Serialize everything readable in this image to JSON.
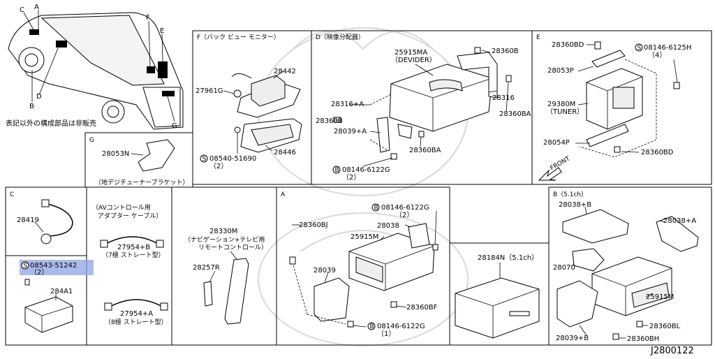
{
  "diagram_id": "J2800122",
  "note_not_sold": "表記以外の構成部品は非販売",
  "vehicle": {
    "labels": {
      "A": "A",
      "B": "B",
      "C": "C",
      "D": "D",
      "E": "E",
      "F": "F",
      "G": "G"
    }
  },
  "sections": {
    "F": {
      "title": "F（バック ビュー モニター）",
      "parts": {
        "p1": "28442",
        "p2": "27961G",
        "p3": "28446",
        "bolt": "08540-51690",
        "bolt_qty": "（2）"
      }
    },
    "D": {
      "title": "D（映像分配器）",
      "parts": {
        "main": "25915MA",
        "main_sub": "（DEVIDER）",
        "p1": "28360B",
        "p2": "28316+A",
        "p3": "28316",
        "p4": "28360B",
        "p5": "28360BA",
        "p6": "28039+A",
        "p7": "28360BA",
        "bolt": "08146-6122G",
        "bolt_qty": "（2）"
      }
    },
    "E": {
      "title": "E",
      "parts": {
        "p1": "28360BD",
        "bolt": "08146-6125H",
        "bolt_qty": "（4）",
        "p2": "28053P",
        "tuner": "29380M",
        "tuner_sub": "（TUNER）",
        "p3": "28054P",
        "p4": "28360BD",
        "front": "FRONT"
      }
    },
    "G": {
      "title": "G",
      "parts": {
        "p1": "28053N"
      },
      "caption": "（地デジチューナーブラケット）"
    },
    "C": {
      "title": "C",
      "parts": {
        "p1": "28419",
        "bolt": "08543-51242",
        "bolt_qty": "（2）",
        "p2": "284A1"
      }
    },
    "AV": {
      "title": "（AVコントロール用",
      "title2": "アダプター ケーブル）",
      "parts": {
        "p1": "27954+B",
        "p1_sub": "（7極 ストレート型）",
        "p2": "27954+A",
        "p2_sub": "（8極 ストレート型）"
      }
    },
    "REM": {
      "parts": {
        "p1": "28330M",
        "p1_sub1": "（ナビゲーション+テレビ用",
        "p1_sub2": "リモートコントロール）",
        "p2": "28257R"
      }
    },
    "A": {
      "title": "A",
      "parts": {
        "p1": "28360BJ",
        "p2": "25915M",
        "p3": "28038",
        "bolt1": "08146-6122G",
        "bolt1_qty": "（2）",
        "p4": "28039",
        "p5": "28360BF",
        "bolt2": "08146-6122G",
        "bolt2_qty": "（1）"
      }
    },
    "N": {
      "parts": {
        "p1": "28184N（5.1ch）"
      }
    },
    "B": {
      "title": "B（5.1ch）",
      "parts": {
        "p1": "28038+B",
        "p2": "28038+A",
        "p3": "28070",
        "p4": "25915M",
        "p5": "28039+B",
        "p6": "28360BL",
        "p7": "28360BH"
      }
    }
  }
}
